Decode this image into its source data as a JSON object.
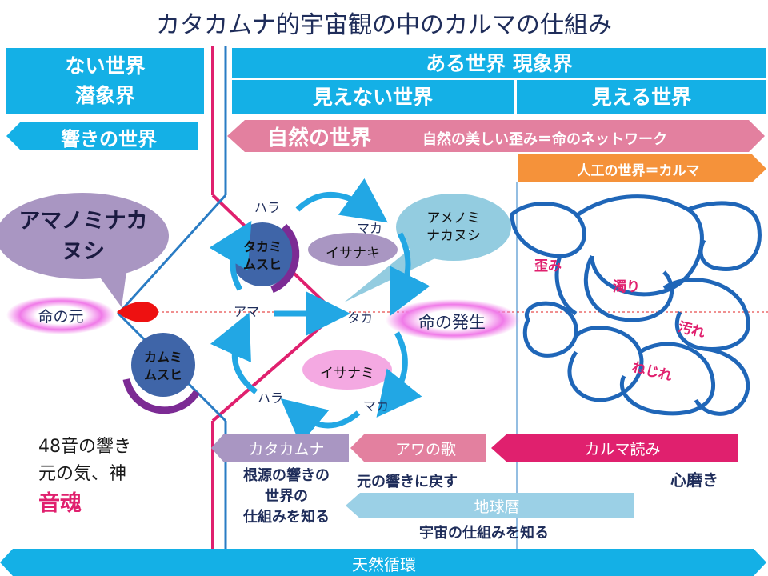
{
  "title": "カタカムナ的宇宙観の中のカルマの仕組み",
  "header": {
    "invisible_world": [
      "ない世界",
      "潜象界"
    ],
    "visible_world": "ある世界  現象界",
    "unseen": "見えない世界",
    "seen": "見える世界"
  },
  "bands": {
    "resonance": "響きの世界",
    "nature": "自然の世界",
    "nature_sub": "自然の美しい歪み＝命のネットワーク",
    "artificial": "人工の世界＝カルマ"
  },
  "center": {
    "amanominaka": [
      "アマノミナカ",
      "ヌシ"
    ],
    "inochi_moto": "命の元",
    "takami": [
      "タカミ",
      "ムスヒ"
    ],
    "kamumi": [
      "カムミ",
      "ムスヒ"
    ],
    "izanagi": "イサナキ",
    "izanami": "イサナミ",
    "amenomi": [
      "アメノミ",
      "ナカヌシ"
    ],
    "inochi_hassei": "命の発生",
    "hara_top": "ハラ",
    "maka_top": "マカ",
    "ama": "アマ",
    "taka": "タカ",
    "hara_bottom": "ハラ",
    "maka_bottom": "マカ"
  },
  "karma": {
    "hizumi": "歪み",
    "nigori": "濁り",
    "yogore": "汚れ",
    "nejire": "ねじれ"
  },
  "bottom_left": {
    "line1": "48音の響き",
    "line2": "元の気、神",
    "line3": "音魂"
  },
  "arrows": {
    "katakamuna": "カタカムナ",
    "katakamuna_desc": [
      "根源の響きの",
      "世界の",
      "仕組みを知る"
    ],
    "awa": "アワの歌",
    "awa_desc": "元の響きに戻す",
    "karma_yomi": "カルマ読み",
    "karma_desc": "心磨き",
    "chikyu": "地球暦",
    "chikyu_desc": "宇宙の仕組みを知る",
    "tennen": "天然循環"
  },
  "colors": {
    "header_blue": "#14b0e6",
    "pink": "#e3809f",
    "orange": "#f5923a",
    "magenta": "#e0206e",
    "navy": "#1f2d5a",
    "karma_line": "#1f66b8",
    "purple": "#7c2b94"
  }
}
